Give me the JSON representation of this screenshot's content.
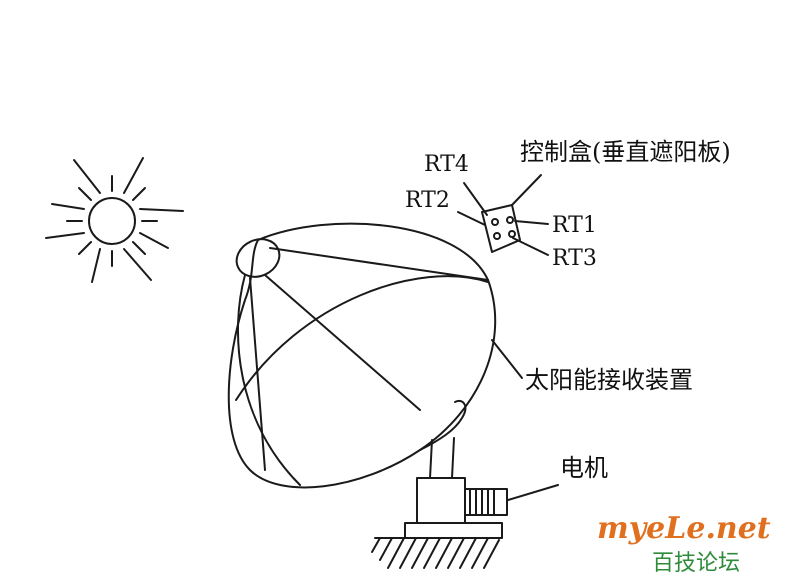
{
  "labels": {
    "control_box": "控制盒(垂直遮阳板)",
    "rt4": "RT4",
    "rt2": "RT2",
    "rt1": "RT1",
    "rt3": "RT3",
    "receiver": "太阳能接收装置",
    "motor": "电机"
  },
  "watermark": {
    "site": "myeLe.net",
    "forum": "百技论坛",
    "site_color": "#e0701f",
    "forum_color": "#2e8b3a"
  }
}
